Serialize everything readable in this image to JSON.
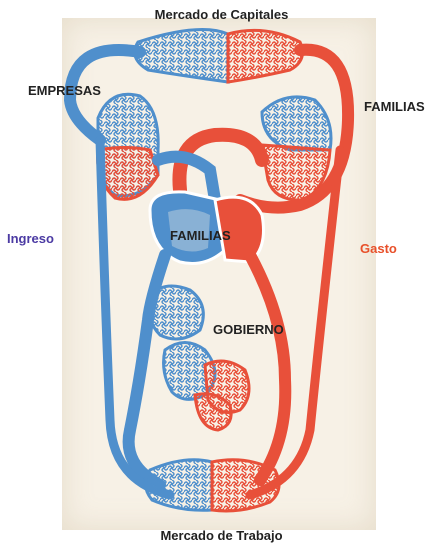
{
  "labels": {
    "top_market": "Mercado de Capitales",
    "bottom_market": "Mercado de Trabajo",
    "left_sector": "EMPRESAS",
    "right_sector": "FAMILIAS",
    "center_sector": "FAMILIAS",
    "middle_sector": "GOBIERNO",
    "left_flow": "Ingreso",
    "right_flow": "Gasto"
  },
  "colors": {
    "blue_flow": "#4f8fcc",
    "red_flow": "#e8503a",
    "ingreso_text": "#4b3aa3",
    "gasto_text": "#e8502a",
    "paper": "#f7f1e6"
  }
}
